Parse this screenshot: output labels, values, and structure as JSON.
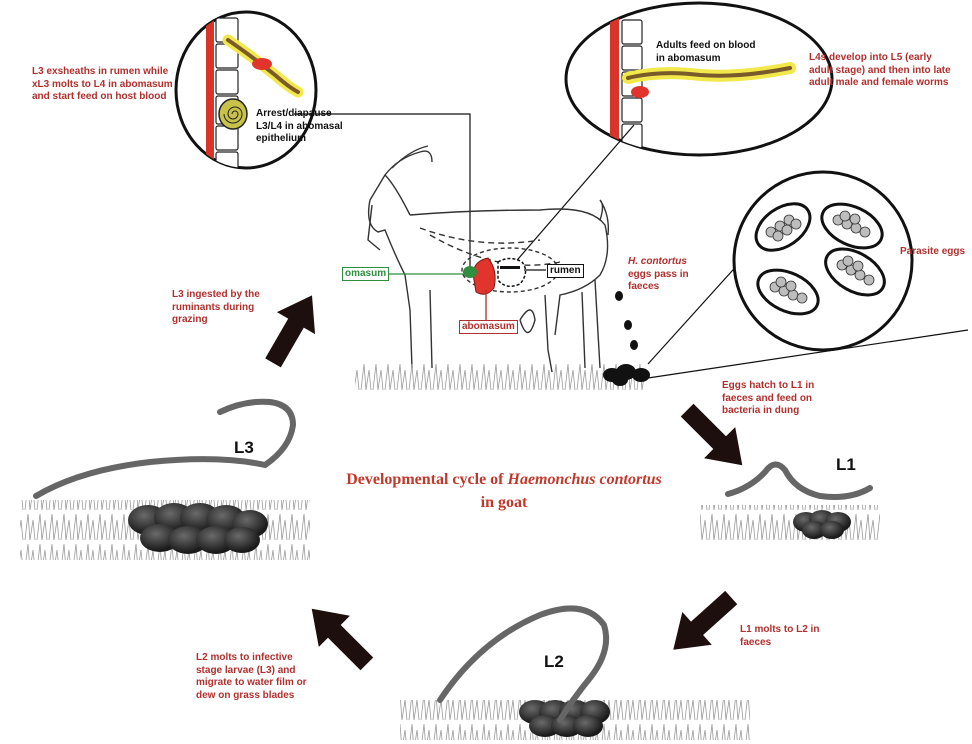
{
  "title": {
    "part1": "Developmental cycle of ",
    "species": "Haemonchus contortus",
    "part2": "in goat"
  },
  "labels": {
    "l3_exsheath": "L3 exsheaths in rumen while xL3 molts to L4 in abomasum and start feed on host blood",
    "arrest": "Arrest/diapause L3/L4 in abomasal epithelium",
    "adults_feed": "Adults feed on blood in abomasum",
    "l4_develop": "L4s develop into L5 (early adult stage) and then into late adult male and female worms",
    "l3_ingested": "L3 ingested by the ruminants during grazing",
    "eggs_pass_species": "H. contortus",
    "eggs_pass_rest": "eggs pass in faeces",
    "parasite_eggs": "Parasite eggs",
    "eggs_hatch": "Eggs hatch to L1 in faeces and feed on bacteria in dung",
    "l1_molts": "L1 molts to L2 in faeces",
    "l2_molts": "L2 molts to infective stage larvae (L3) and migrate to water film or dew on grass blades"
  },
  "organs": {
    "omasum": "omasum",
    "rumen": "rumen",
    "abomasum": "abomasum"
  },
  "stages": {
    "l1": "L1",
    "l2": "L2",
    "l3": "L3"
  },
  "colors": {
    "label_red": "#b0302e",
    "title_red": "#c0392b",
    "omasum_green": "#2f8f3f",
    "worm_yellow": "#f4ec3c",
    "blood_red": "#e0342c",
    "arrow": "#1e0f0f"
  }
}
